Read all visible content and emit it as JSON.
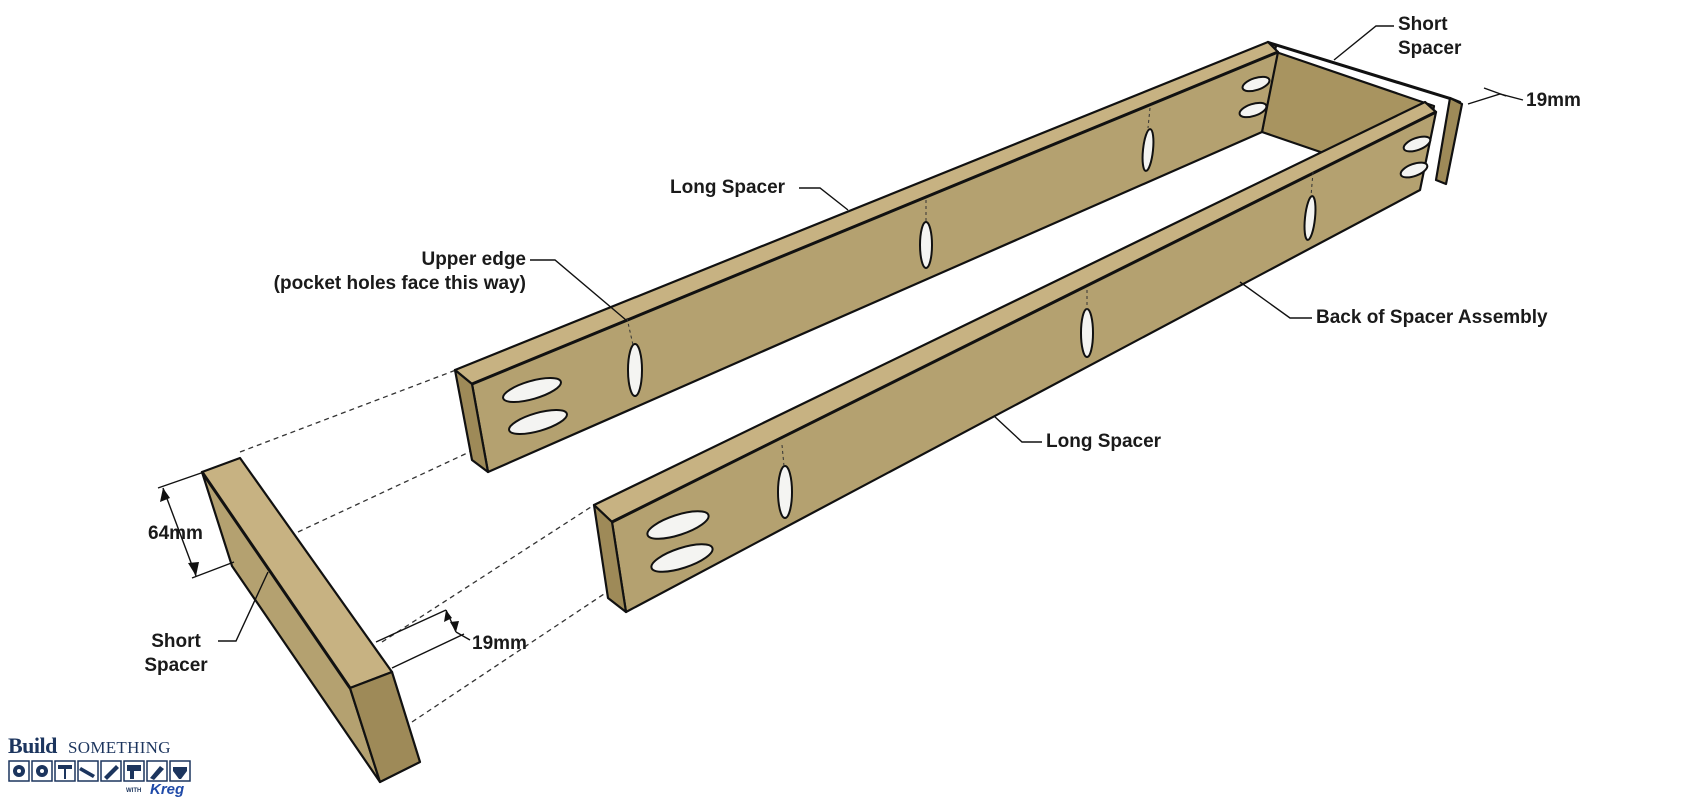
{
  "labels": {
    "short_spacer_top_line1": "Short",
    "short_spacer_top_line2": "Spacer",
    "thickness_top": "19mm",
    "long_spacer_back": "Long Spacer",
    "upper_edge_line1": "Upper edge",
    "upper_edge_line2": "(pocket holes face this way)",
    "back_of_assembly": "Back of Spacer Assembly",
    "long_spacer_front": "Long Spacer",
    "height_dim": "64mm",
    "thickness_bottom": "19mm",
    "short_spacer_bottom_line1": "Short",
    "short_spacer_bottom_line2": "Spacer"
  },
  "logo": {
    "build": "Build",
    "something": "SOMETHING",
    "with": "WITH",
    "kreg": "Kreg"
  },
  "colors": {
    "wood_face": "#b4a170",
    "wood_top": "#c7b282",
    "wood_end": "#9e8a58",
    "inner_face": "#a89460",
    "outline": "#111111",
    "logo_blue": "#1c355e"
  }
}
